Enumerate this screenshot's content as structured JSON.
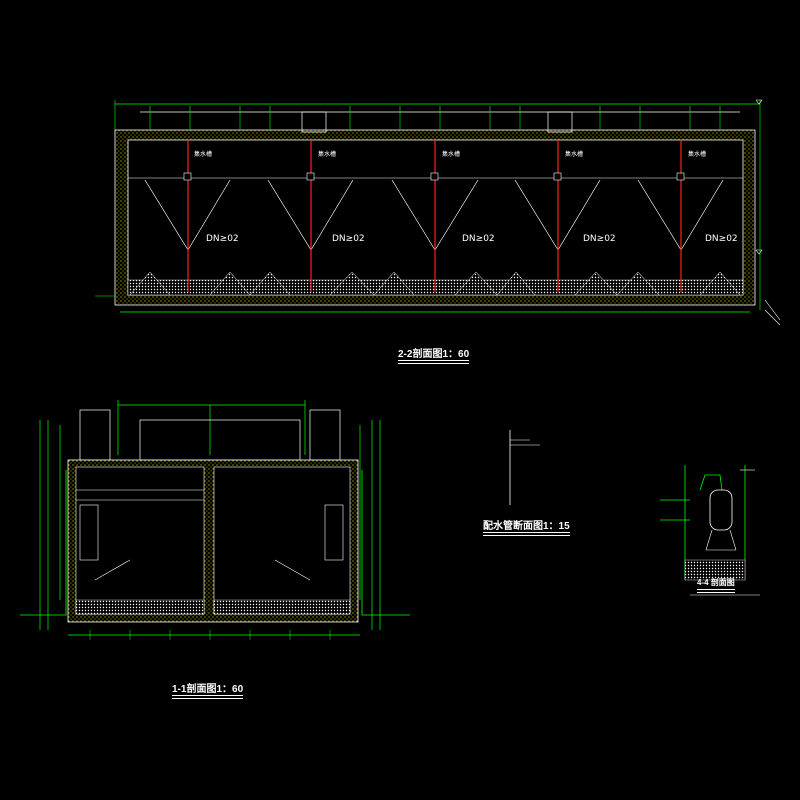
{
  "section_2_2": {
    "title": "2-2剖面图1：60",
    "pipe_labels": [
      "集水槽",
      "集水槽",
      "集水槽",
      "集水槽",
      "集水槽"
    ],
    "dim_labels": [
      "DN≥02",
      "DN≥02",
      "DN≥02",
      "DN≥02",
      "DN≥02"
    ]
  },
  "section_1_1": {
    "title": "1-1剖面图1：60"
  },
  "pipe_detail": {
    "title": "配水管断面图1：15"
  },
  "section_4_4": {
    "title": "4-4 剖面图"
  },
  "colors": {
    "background": "#000000",
    "wall": "#ffffff",
    "hatch": "#e8e000",
    "dimension": "#00ff00",
    "pipe": "#ff2020",
    "text": "#ffffff"
  }
}
